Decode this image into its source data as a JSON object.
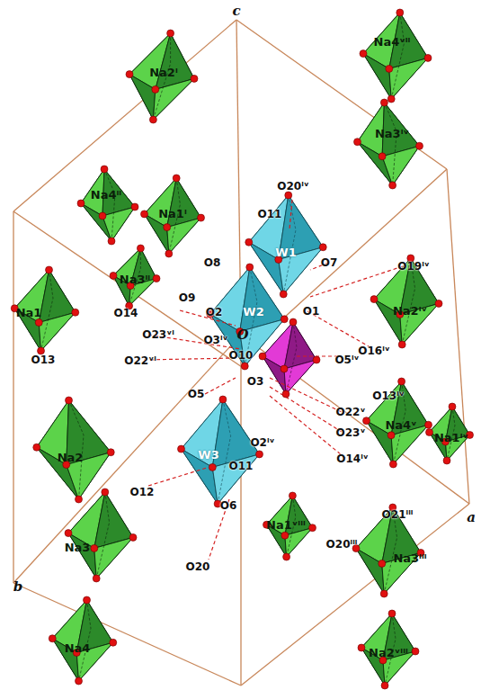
{
  "diagram": {
    "labels": [
      "c",
      "Na2ⁱ",
      "Na4ᵛⁱⁱ",
      "Na4ⁱⁱ",
      "Na1ⁱ",
      "O8",
      "O20ⁱᵛ",
      "O11",
      "Na3ⁱᵛ",
      "O19ⁱᵛ",
      "O7",
      "W1",
      "Na2ⁱᵛ",
      "O9",
      "Na3ⁱⁱ",
      "Na1",
      "O14",
      "O23ᵛⁱ",
      "O2",
      "W2",
      "O1",
      "O16ⁱᵛ",
      "O3ⁱᵛ",
      "O",
      "O5ⁱᵛ",
      "O13",
      "O22ᵛⁱ",
      "O10",
      "O13ⁱᵛ",
      "O5",
      "O3",
      "O22ᵛ",
      "Na4ᵛ",
      "O23ᵛ",
      "Na1ⁱᵛ",
      "O2ⁱᵛ",
      "O14ⁱᵛ",
      "Na2",
      "W3",
      "O11",
      "O12",
      "O6",
      "Na1ᵛⁱⁱⁱ",
      "O21ⁱⁱⁱ",
      "a",
      "O20ⁱⁱⁱ",
      "Na3ⁱⁱⁱ",
      "Na3",
      "O20",
      "b",
      "Na4",
      "Na2ᵛⁱⁱⁱ"
    ]
  }
}
